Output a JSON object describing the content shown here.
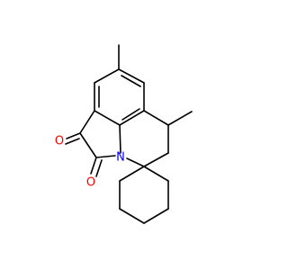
{
  "molecule": {
    "bond_color": "#000000",
    "oxygen_color": "#ff0000",
    "nitrogen_color": "#0000ff",
    "atoms": {
      "o1": "O",
      "o2": "O",
      "n1": "N"
    }
  }
}
